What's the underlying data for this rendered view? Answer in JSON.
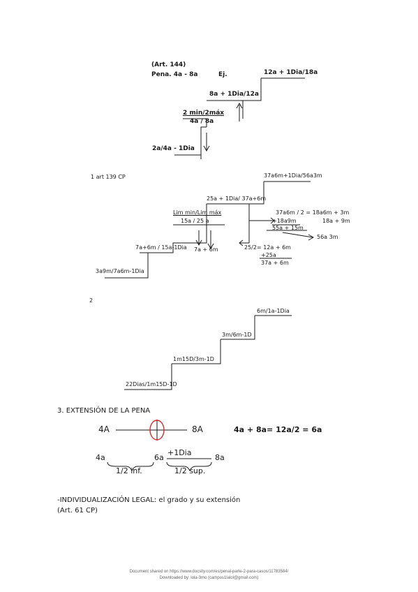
{
  "diagram1": {
    "article": "(Art. 144)",
    "pena": "Pena. 4a - 8a",
    "ej": "Ej.",
    "step_top": "12a + 1Dia/18a",
    "step_mid": "8a + 1Dia/12a",
    "step_center_num": "2 min/2máx",
    "step_center_den": "4a / 8a",
    "step_bottom": "2a/4a - 1Dia"
  },
  "diagram2": {
    "label": "1  art 139 CP",
    "top": "37a6m+1Dia/56a3m",
    "upper": "25a + 1Dia/ 37a+6m",
    "center_num": "Lim min/Lim máx",
    "center_den": "15a   /   25 a",
    "lower": "7a+6m / 15a-1Dia",
    "bottom": "3a9m/7a6m-1Dia",
    "calc_a": "37a6m / 2 = 18a6m + 3m",
    "calc_b": "+18a9m",
    "calc_c": "55a + 15m",
    "calc_d": "18a + 9m",
    "calc_e": "56a 3m",
    "calc_f": "25/2= 12a + 6m",
    "calc_g": "+25a",
    "calc_h": "37a + 6m",
    "calc_i": "7a + 6m"
  },
  "diagram3": {
    "label": "2",
    "top": "6m/1a-1Dia",
    "upper": "3m/6m-1D",
    "mid": "1m15D/3m-1D",
    "bottom": "22Dias/1m15D-1D"
  },
  "section3": {
    "heading": "3. EXTENSIÓN DE LA PENA",
    "left": "4A",
    "right": "8A",
    "formula": "4a + 8a= 12a/2 = 6a",
    "scale_left": "4a",
    "scale_mid": "6a",
    "scale_right": "8a",
    "plus_day": "+1Dia",
    "half_inf": "1/2 inf.",
    "half_sup": "1/2 sup."
  },
  "section4": {
    "heading": "-INDIVIDUALIZACIÓN LEGAL: el grado y su extensión",
    "article": "(Art. 61 CP)"
  },
  "footer": {
    "line1": "Document shared on https://www.docsity.com/es/penal-parte-2-para-casos/11783584/",
    "line2": "Downloaded by: lola-3mo (campos1lalol@gmail.com)"
  },
  "colors": {
    "ink": "#1a1a1a",
    "circle": "#d62b2b"
  }
}
